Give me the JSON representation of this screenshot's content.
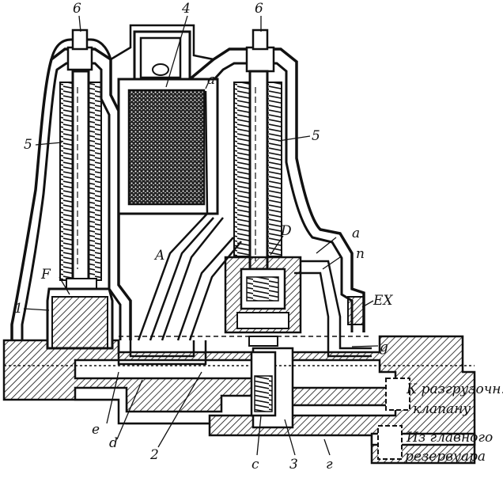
{
  "figure": {
    "labels": {
      "n6_left": "6",
      "n4": "4",
      "n6_right": "6",
      "a_top": "a",
      "n5_left": "5",
      "n5_right": "5",
      "A": "A",
      "D": "D",
      "a_right": "a",
      "n_right": "n",
      "F": "F",
      "n1": "1",
      "EX": "EX",
      "g_right": "g",
      "e": "e",
      "d": "d",
      "n2": "2",
      "c": "c",
      "n3": "3",
      "r": "г"
    },
    "captions": {
      "to_unloader_1": "К разгрузочн.",
      "to_unloader_2": "клапану",
      "from_reservoir_1": "Из главного",
      "from_reservoir_2": "резервуара"
    },
    "colors": {
      "ink": "#111111",
      "paper": "#ffffff"
    }
  }
}
